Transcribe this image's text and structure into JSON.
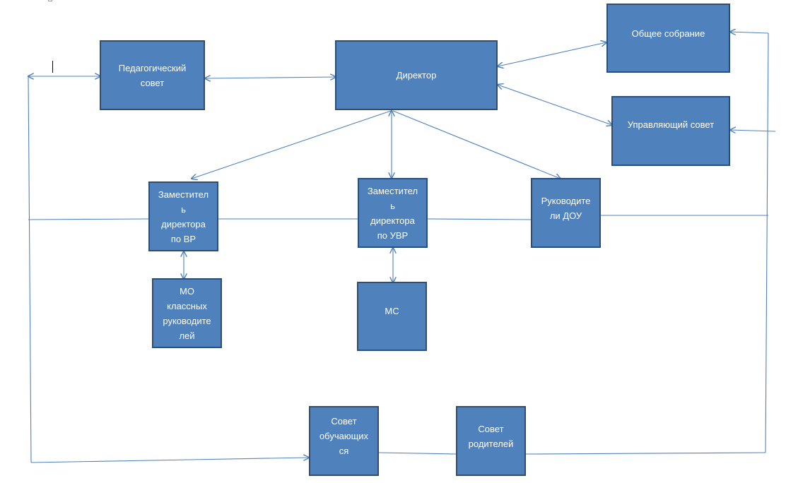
{
  "colors": {
    "box_fill": "#4f81bd",
    "box_border": "#2c4d75",
    "box_text": "#ffffff",
    "line": "#4f81bd"
  },
  "nodes": {
    "director": "Директор",
    "general_meeting": "Общее собрание",
    "pedagogical_council": "Педагогический\nсовет",
    "governing_council": "Управляющий совет",
    "deputy_vr": "Заместител\nь\nдиректора\nпо ВР",
    "deputy_uvr": "Заместител\nь\nдиректора\nпо УВР",
    "preschool_heads": "Руководите\nли ДОУ",
    "mo_class_teachers": "МО\nклассных\nруководите\nлей",
    "ms": "МС",
    "student_council": "Совет\nобучающих\nся",
    "parents_council": "Совет\nродителей"
  }
}
